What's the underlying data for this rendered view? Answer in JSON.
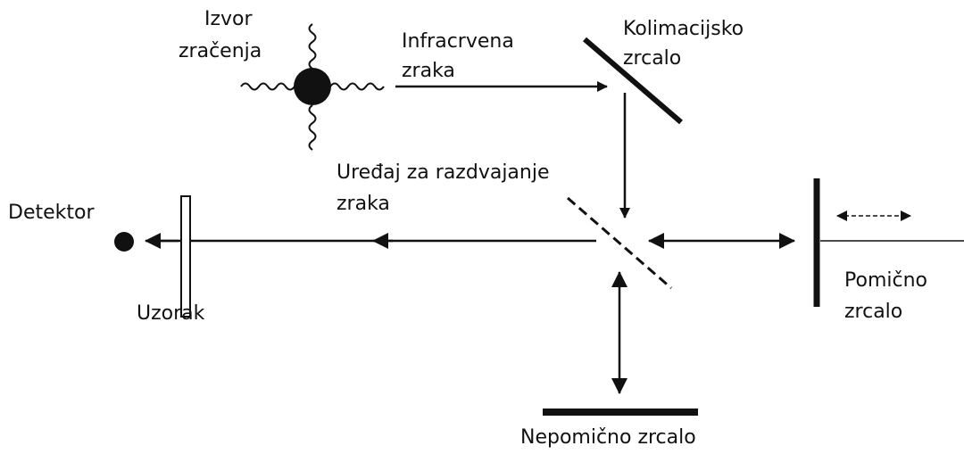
{
  "labels": {
    "source_line1": "Izvor",
    "source_line2": "zračenja",
    "ir_line1": "Infracrvena",
    "ir_line2": "zraka",
    "collimating_line1": "Kolimacijsko",
    "collimating_line2": "zrcalo",
    "splitter_line1": "Uređaj za razdvajanje",
    "splitter_line2": "zraka",
    "detector": "Detektor",
    "sample": "Uzorak",
    "moving_line1": "Pomično",
    "moving_line2": "zrcalo",
    "fixed_mirror": "Nepomično zrcalo"
  },
  "colors": {
    "ink": "#111111",
    "background": "#ffffff"
  }
}
